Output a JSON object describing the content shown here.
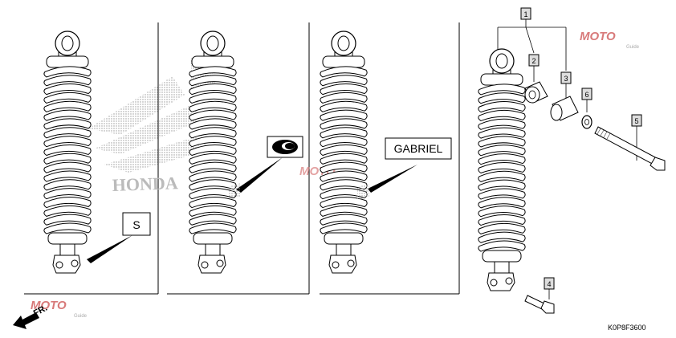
{
  "diagram": {
    "callouts": {
      "s_label": "S",
      "gabriel_label": "GABRIEL"
    },
    "part_numbers": {
      "p1": "1",
      "p2": "2",
      "p3": "3",
      "p4": "4",
      "p5": "5",
      "p6": "6"
    },
    "direction_label": "FR.",
    "ref_code": "K0P8F3600",
    "watermark": {
      "moto": "MOTO",
      "sub": "Guide",
      "honda_logo_text": "HONDA"
    }
  }
}
